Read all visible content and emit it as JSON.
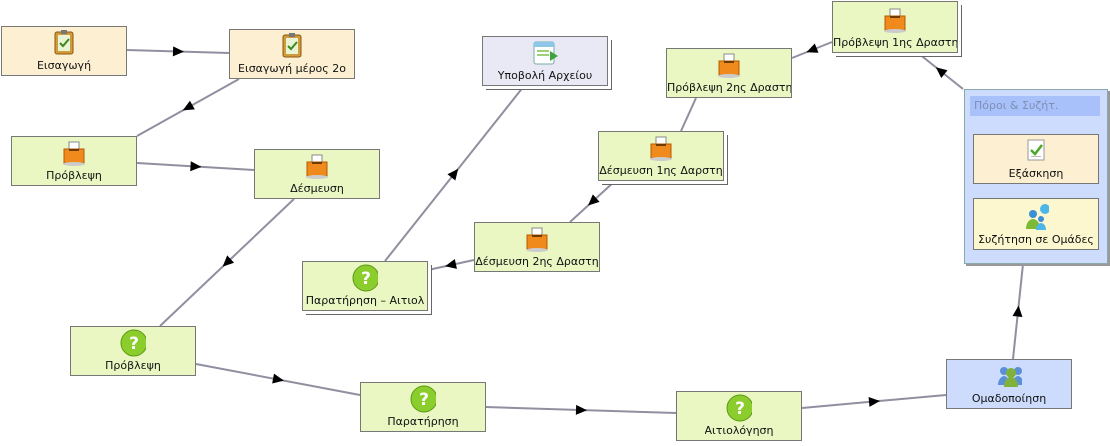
{
  "nodes": {
    "eisagogi": {
      "label": "Εισαγωγή"
    },
    "eisagogi2": {
      "label": "Εισαγωγή μέρος 2ο"
    },
    "provlepsi1": {
      "label": "Πρόβλεψη"
    },
    "desmeusi1": {
      "label": "Δέσμευση"
    },
    "provlepsi2": {
      "label": "Πρόβλεψη"
    },
    "paratirisi": {
      "label": "Παρατήρηση"
    },
    "aitiologisi": {
      "label": "Αιτιολόγηση"
    },
    "omadopoiisi": {
      "label": "Ομαδοποίηση"
    },
    "ypovoli": {
      "label": "Υποβολή Αρχείου"
    },
    "paratirisi_aitiol": {
      "label": "Παρατήρηση – Αιτιολ"
    },
    "desmeusi_2": {
      "label": "Δέσμευση 2ης Δραστη"
    },
    "desmeusi_1": {
      "label": "Δέσμευση 1ης Δαρστη"
    },
    "provlepsi_2": {
      "label": "Πρόβλεψη 2ης Δραστη"
    },
    "provlepsi_1": {
      "label": "Πρόβλεψη 1ης Δραστη"
    }
  },
  "container": {
    "title": "Πόροι & Συζήτ.",
    "items": [
      {
        "label": "Εξάσκηση",
        "icon": "exercise-icon"
      },
      {
        "label": "Συζήτηση σε Ομάδες",
        "icon": "group-discussion-icon"
      }
    ]
  },
  "colors": {
    "cream": "#fdf0d2",
    "green": "#eaf7c3",
    "lavender": "#e9e9f6",
    "blue": "#cddcfc",
    "edge": "#8f8fa0"
  }
}
